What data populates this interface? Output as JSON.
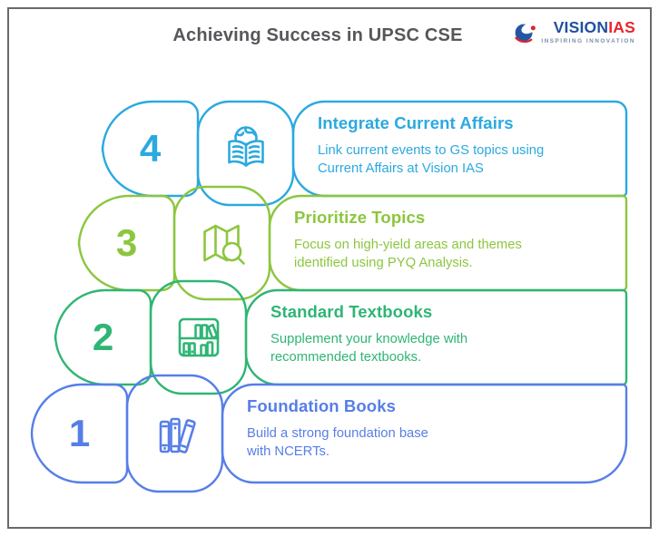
{
  "header": {
    "title": "Achieving Success in UPSC CSE",
    "logo": {
      "brand_primary": "VISION",
      "brand_secondary": "IAS",
      "tagline": "INSPIRING INNOVATION",
      "brand_primary_color": "#21509e",
      "brand_secondary_color": "#e8262d"
    }
  },
  "steps": [
    {
      "number": "4",
      "title": "Integrate Current Affairs",
      "description_lines": [
        "Link current events to GS topics using",
        "Current Affairs at Vision IAS"
      ],
      "color": "#2ba9e0",
      "icon": "book-globe-icon"
    },
    {
      "number": "3",
      "title": "Prioritize Topics",
      "description_lines": [
        "Focus on high-yield areas and themes",
        "identified using PYQ Analysis."
      ],
      "color": "#8cc63f",
      "icon": "map-magnifier-icon"
    },
    {
      "number": "2",
      "title": "Standard Textbooks",
      "description_lines": [
        "Supplement your knowledge with",
        "recommended textbooks."
      ],
      "color": "#2fb574",
      "icon": "bookshelf-icon"
    },
    {
      "number": "1",
      "title": "Foundation Books",
      "description_lines": [
        "Build a strong foundation base",
        "with NCERTs."
      ],
      "color": "#577ee8",
      "icon": "books-icon"
    }
  ]
}
